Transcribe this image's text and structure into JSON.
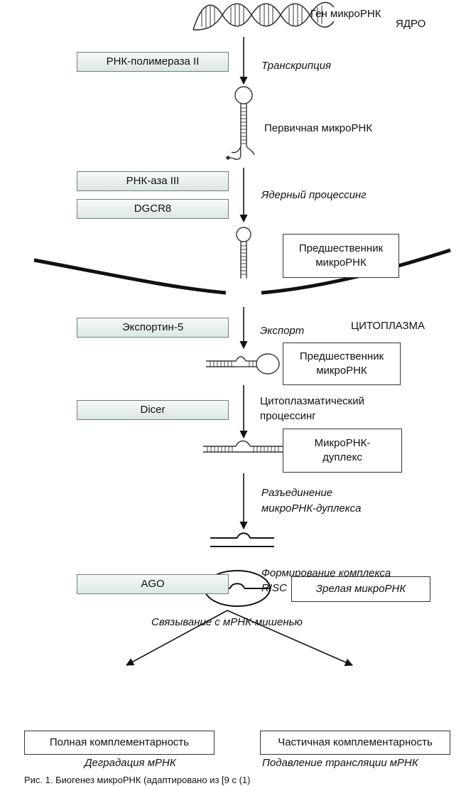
{
  "labels": {
    "gene": "Ген микроРНК",
    "nucleus": "ЯДРО",
    "transcription": "Транскрипция",
    "primary": "Первичная микроРНК",
    "nuclear_processing": "Ядерный процессинг",
    "cytoplasm": "ЦИТОПЛАЗМА",
    "export": "Экспорт",
    "cyto_processing_1": "Цитоплазматический",
    "cyto_processing_2": "процессинг",
    "unwinding_1": "Разъединение",
    "unwinding_2": "микроРНК-дуплекса",
    "risc_1": "Формирование комплекса",
    "risc_2": "RISC",
    "binding": "Связывание с мРНК-мишенью",
    "degradation": "Деградация мРНК",
    "repression": "Подавление трансляции мРНК",
    "caption": "Рис. 1. Биогенез микроРНК (адаптировано из [9 с (1)"
  },
  "enzymes": {
    "pol2": "РНК-полимераза II",
    "rnase3": "РНК-аза III",
    "dgcr8": "DGCR8",
    "exportin": "Экспортин-5",
    "dicer": "Dicer",
    "ago": "AGO"
  },
  "boxes": {
    "precursor_nuc_1": "Предшественник",
    "precursor_nuc_2": "микроРНК",
    "precursor_cyt_1": "Предшественник",
    "precursor_cyt_2": "микроРНК",
    "duplex_1": "МикроРНК-",
    "duplex_2": "дуплекс",
    "mature": "Зрелая микроРНК",
    "full": "Полная комплементарность",
    "partial": "Частичная комплементарность"
  }
}
